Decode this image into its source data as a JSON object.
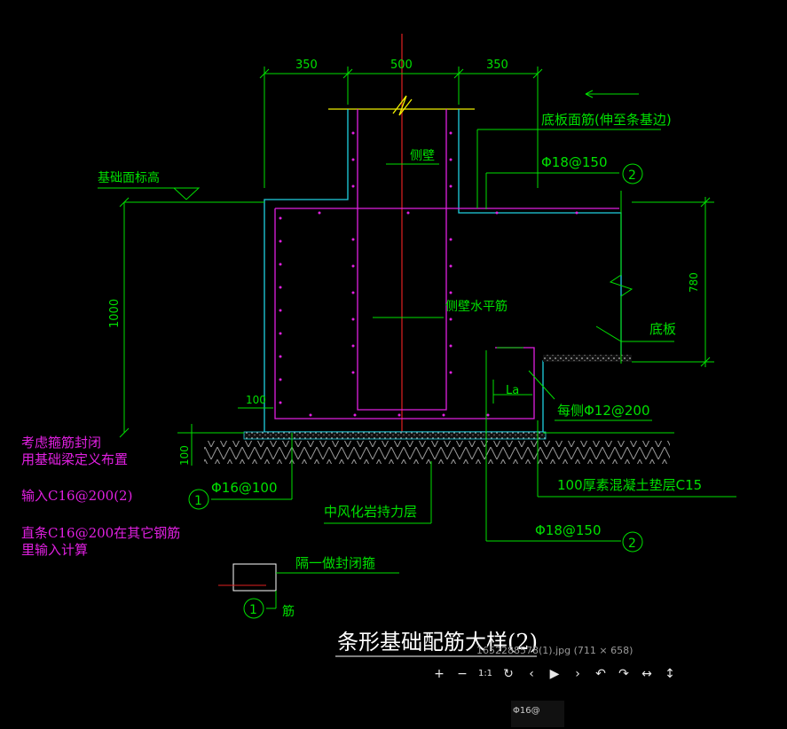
{
  "viewer": {
    "file_info": "1652288578(1).jpg (711 × 658)",
    "toolbar": [
      {
        "name": "zoom-in-button",
        "icon": "plus-icon",
        "glyph": "+"
      },
      {
        "name": "zoom-out-button",
        "icon": "minus-icon",
        "glyph": "−"
      },
      {
        "name": "actual-size-button",
        "icon": "one-to-one-icon",
        "glyph": "1:1"
      },
      {
        "name": "reset-button",
        "icon": "refresh-icon",
        "glyph": "↻"
      },
      {
        "name": "previous-button",
        "icon": "chevron-left-icon",
        "glyph": "‹"
      },
      {
        "name": "play-button",
        "icon": "play-icon",
        "glyph": "▶"
      },
      {
        "name": "next-button",
        "icon": "chevron-right-icon",
        "glyph": "›"
      },
      {
        "name": "rotate-left-button",
        "icon": "rotate-left-icon",
        "glyph": "↶"
      },
      {
        "name": "rotate-right-button",
        "icon": "rotate-right-icon",
        "glyph": "↷"
      },
      {
        "name": "flip-horizontal-button",
        "icon": "flip-horizontal-icon",
        "glyph": "↔"
      },
      {
        "name": "flip-vertical-button",
        "icon": "flip-vertical-icon",
        "glyph": "↕"
      }
    ],
    "thumbnail_text": "Φ16@"
  },
  "drawing": {
    "title": "条形基础配筋大样(2)",
    "dims": {
      "left": "350",
      "center": "500",
      "right": "350",
      "height_total": "1000",
      "height_slab": "780",
      "pad": "100",
      "cover": "100",
      "anchor": "La"
    },
    "labels": {
      "foundation_top": "基础面标高",
      "side_wall": "侧壁",
      "slab_top_rebar": "底板面筋(伸至条基边)",
      "rebar_top": "Φ18@150",
      "side_horizontal": "侧壁水平筋",
      "slab": "底板",
      "each_side": "每侧Φ12@200",
      "bottom_rebar": "Φ16@100",
      "concrete_cushion": "100厚素混凝土垫层C15",
      "weathered_rock": "中风化岩持力层",
      "rebar_bottom": "Φ18@150",
      "closed_stirrup": "隔一做封闭箍",
      "stirrup": "筋",
      "callout_1": "1",
      "callout_2": "2"
    }
  },
  "notes": [
    "考虑箍筋封闭",
    "用基础梁定义布置",
    "输入C16@200(2)",
    "直条C16@200在其它钢筋",
    "里输入计算"
  ],
  "colors": {
    "green": "#00e000",
    "magenta": "#e020e0",
    "cyan": "#20d0e0",
    "red": "#e02020",
    "white": "#ffffff",
    "yellow": "#f0f000"
  }
}
